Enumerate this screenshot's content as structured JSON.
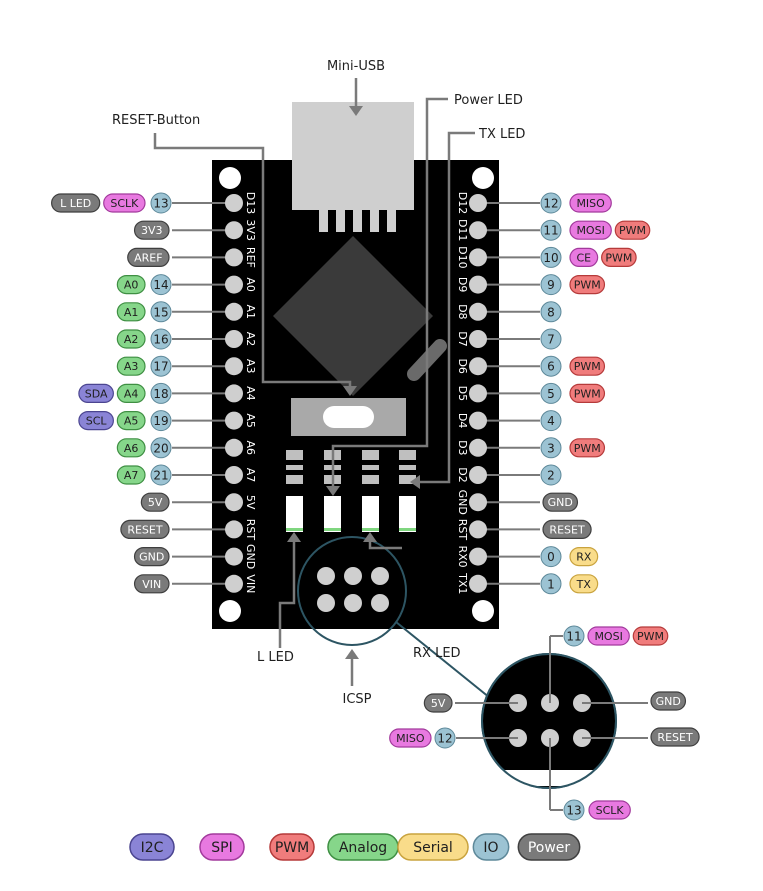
{
  "colors": {
    "i2c": "#8a84d6",
    "spi": "#e879e0",
    "pwm": "#f07c7c",
    "analog": "#86d68a",
    "serial": "#f9dc8a",
    "io": "#9cc3d3",
    "power": "#7a7a7a",
    "board": "#000000",
    "line": "#7a7a7a",
    "icsp_ring": "#2d5563"
  },
  "callouts": {
    "mini_usb": "Mini-USB",
    "power_led": "Power LED",
    "reset_button": "RESET-Button",
    "tx_led": "TX LED",
    "l_led": "L LED",
    "rx_led": "RX LED",
    "icsp": "ICSP"
  },
  "left_pins": [
    {
      "silk": "D13",
      "num": "13",
      "badges": [
        {
          "text": "SCLK",
          "kind": "spi"
        },
        {
          "text": "L LED",
          "kind": "power"
        }
      ]
    },
    {
      "silk": "3V3",
      "num": "",
      "badges": [
        {
          "text": "3V3",
          "kind": "power"
        }
      ]
    },
    {
      "silk": "REF",
      "num": "",
      "badges": [
        {
          "text": "AREF",
          "kind": "power"
        }
      ]
    },
    {
      "silk": "A0",
      "num": "14",
      "badges": [
        {
          "text": "A0",
          "kind": "analog"
        }
      ]
    },
    {
      "silk": "A1",
      "num": "15",
      "badges": [
        {
          "text": "A1",
          "kind": "analog"
        }
      ]
    },
    {
      "silk": "A2",
      "num": "16",
      "badges": [
        {
          "text": "A2",
          "kind": "analog"
        }
      ]
    },
    {
      "silk": "A3",
      "num": "17",
      "badges": [
        {
          "text": "A3",
          "kind": "analog"
        }
      ]
    },
    {
      "silk": "A4",
      "num": "18",
      "badges": [
        {
          "text": "A4",
          "kind": "analog"
        },
        {
          "text": "SDA",
          "kind": "i2c"
        }
      ]
    },
    {
      "silk": "A5",
      "num": "19",
      "badges": [
        {
          "text": "A5",
          "kind": "analog"
        },
        {
          "text": "SCL",
          "kind": "i2c"
        }
      ]
    },
    {
      "silk": "A6",
      "num": "20",
      "badges": [
        {
          "text": "A6",
          "kind": "analog"
        }
      ]
    },
    {
      "silk": "A7",
      "num": "21",
      "badges": [
        {
          "text": "A7",
          "kind": "analog"
        }
      ]
    },
    {
      "silk": "5V",
      "num": "",
      "badges": [
        {
          "text": "5V",
          "kind": "power"
        }
      ]
    },
    {
      "silk": "RST",
      "num": "",
      "badges": [
        {
          "text": "RESET",
          "kind": "power"
        }
      ]
    },
    {
      "silk": "GND",
      "num": "",
      "badges": [
        {
          "text": "GND",
          "kind": "power"
        }
      ]
    },
    {
      "silk": "VIN",
      "num": "",
      "badges": [
        {
          "text": "VIN",
          "kind": "power"
        }
      ]
    }
  ],
  "right_pins": [
    {
      "silk": "D12",
      "num": "12",
      "badges": [
        {
          "text": "MISO",
          "kind": "spi"
        }
      ]
    },
    {
      "silk": "D11",
      "num": "11",
      "badges": [
        {
          "text": "MOSI",
          "kind": "spi"
        },
        {
          "text": "PWM",
          "kind": "pwm"
        }
      ]
    },
    {
      "silk": "D10",
      "num": "10",
      "badges": [
        {
          "text": "CE",
          "kind": "spi"
        },
        {
          "text": "PWM",
          "kind": "pwm"
        }
      ]
    },
    {
      "silk": "D9",
      "num": "9",
      "badges": [
        {
          "text": "PWM",
          "kind": "pwm"
        }
      ]
    },
    {
      "silk": "D8",
      "num": "8",
      "badges": []
    },
    {
      "silk": "D7",
      "num": "7",
      "badges": []
    },
    {
      "silk": "D6",
      "num": "6",
      "badges": [
        {
          "text": "PWM",
          "kind": "pwm"
        }
      ]
    },
    {
      "silk": "D5",
      "num": "5",
      "badges": [
        {
          "text": "PWM",
          "kind": "pwm"
        }
      ]
    },
    {
      "silk": "D4",
      "num": "4",
      "badges": []
    },
    {
      "silk": "D3",
      "num": "3",
      "badges": [
        {
          "text": "PWM",
          "kind": "pwm"
        }
      ]
    },
    {
      "silk": "D2",
      "num": "2",
      "badges": []
    },
    {
      "silk": "GND",
      "num": "",
      "badges": [
        {
          "text": "GND",
          "kind": "power"
        }
      ]
    },
    {
      "silk": "RST",
      "num": "",
      "badges": [
        {
          "text": "RESET",
          "kind": "power"
        }
      ]
    },
    {
      "silk": "RX0",
      "num": "0",
      "badges": [
        {
          "text": "RX",
          "kind": "serial"
        }
      ]
    },
    {
      "silk": "TX1",
      "num": "1",
      "badges": [
        {
          "text": "TX",
          "kind": "serial"
        }
      ]
    }
  ],
  "icsp": {
    "pin_11": {
      "num": "11",
      "badges": [
        {
          "text": "MOSI",
          "kind": "spi"
        },
        {
          "text": "PWM",
          "kind": "pwm"
        }
      ]
    },
    "pin_5v": {
      "badges": [
        {
          "text": "5V",
          "kind": "power"
        }
      ]
    },
    "pin_gnd": {
      "badges": [
        {
          "text": "GND",
          "kind": "power"
        }
      ]
    },
    "pin_12": {
      "num": "12",
      "badges": [
        {
          "text": "MISO",
          "kind": "spi"
        }
      ]
    },
    "pin_reset": {
      "badges": [
        {
          "text": "RESET",
          "kind": "power"
        }
      ]
    },
    "pin_13": {
      "num": "13",
      "badges": [
        {
          "text": "SCLK",
          "kind": "spi"
        }
      ]
    }
  },
  "legend": [
    {
      "text": "I2C",
      "kind": "i2c"
    },
    {
      "text": "SPI",
      "kind": "spi"
    },
    {
      "text": "PWM",
      "kind": "pwm"
    },
    {
      "text": "Analog",
      "kind": "analog"
    },
    {
      "text": "Serial",
      "kind": "serial"
    },
    {
      "text": "IO",
      "kind": "io"
    },
    {
      "text": "Power",
      "kind": "power"
    }
  ]
}
